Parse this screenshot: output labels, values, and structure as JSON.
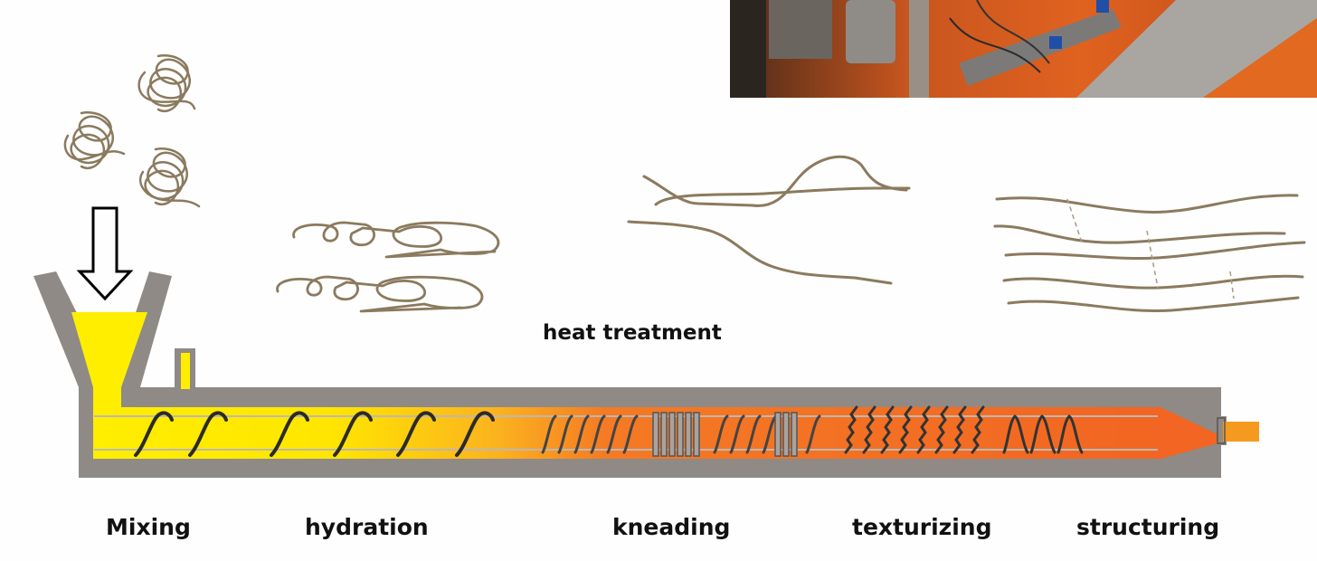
{
  "heat_label": "heat treatment",
  "stages": [
    {
      "id": "mixing",
      "label": "Mixing"
    },
    {
      "id": "hydration",
      "label": "hydration"
    },
    {
      "id": "kneading",
      "label": "kneading"
    },
    {
      "id": "texturizing",
      "label": "texturizing"
    },
    {
      "id": "structuring",
      "label": "structuring"
    }
  ],
  "colors": {
    "barrel": "#8f8a85",
    "feed_yellow": "#ffea00",
    "hot_orange": "#f26522",
    "fiber": "#8b7a5e",
    "screw_outline": "#555555",
    "label_text": "#111111"
  },
  "icons": [
    "down-arrow-icon",
    "hopper",
    "water-inlet",
    "screw-elements",
    "die-nozzle",
    "equipment-photo"
  ]
}
